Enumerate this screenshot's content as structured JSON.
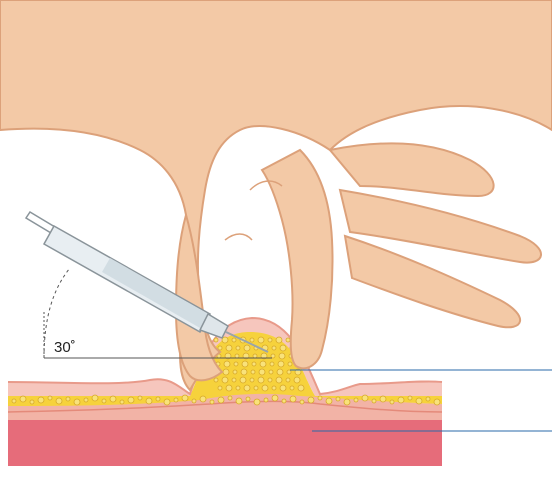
{
  "angle_label": "30˚",
  "colors": {
    "background": "#ffffff",
    "skin_hand": "#f3c9a6",
    "skin_hand_outline": "#dca17a",
    "epidermis": "#f6c6bd",
    "dermis_line": "#e89a8a",
    "subcutaneous_fat": "#f6d23c",
    "fat_cell_outline": "#d7a92a",
    "muscle": "#e66c7a",
    "fascia": "#f2b3a6",
    "syringe_body": "#e8eef2",
    "syringe_fluid": "#d2dde3",
    "needle": "#9aa4aa",
    "leader_line": "#2a6aa8"
  },
  "icons": [
    "hand-pinching-skin",
    "syringe",
    "needle",
    "angle-arc"
  ]
}
